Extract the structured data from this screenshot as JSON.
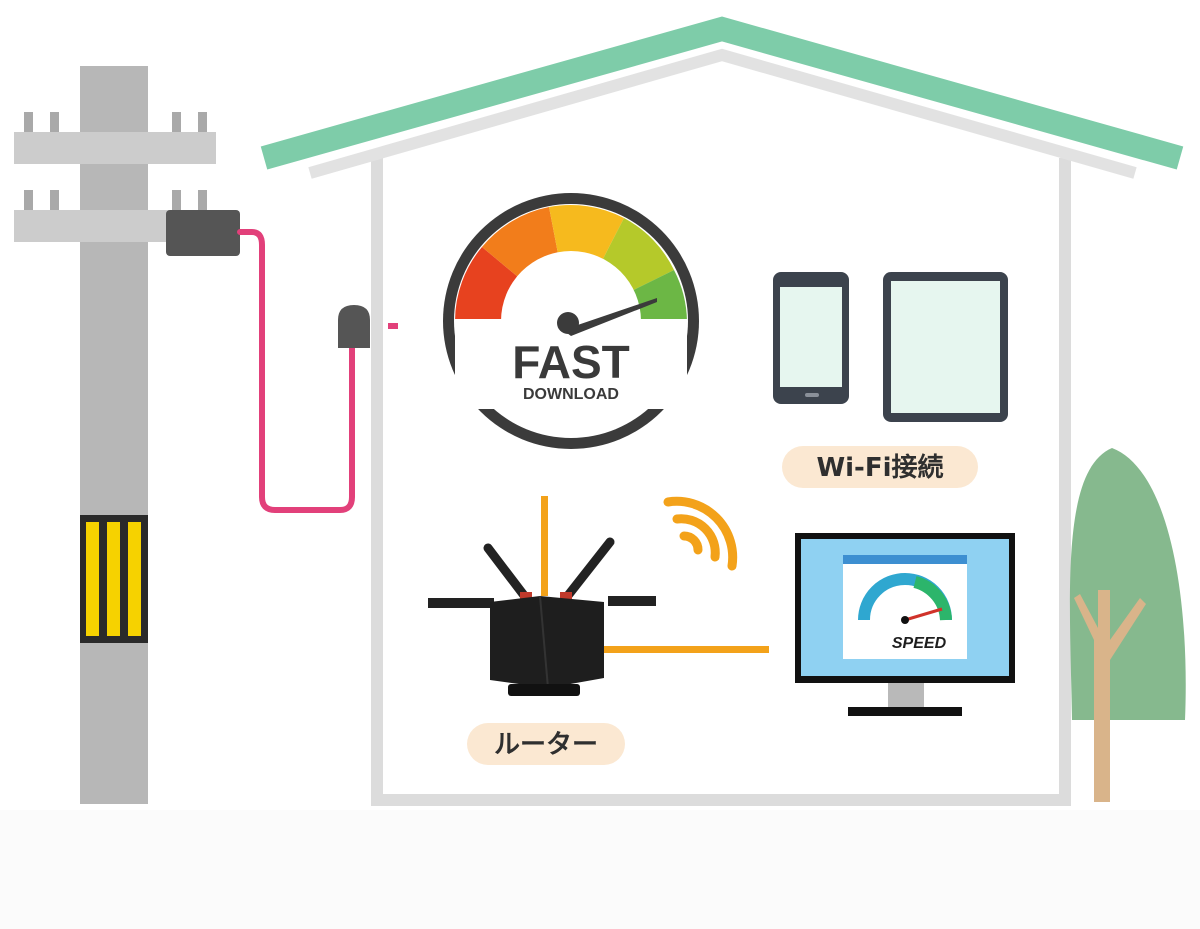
{
  "gauge": {
    "title": "FAST",
    "subtitle": "DOWNLOAD"
  },
  "labels": {
    "wifi": "Wi-Fi接続",
    "router": "ルーター",
    "speed": "SPEED"
  },
  "colors": {
    "roof": "#7ecca9",
    "wall": "#dcdcdc",
    "cable": "#e2407a",
    "ethernet": "#f3a21a",
    "pill": "#fbe8d2",
    "pole": "#b7b7b7",
    "monitor_screen": "#8fd1f2",
    "tree": "#86b98e",
    "trunk": "#d9b48a"
  },
  "icons": [
    "utility-pole",
    "optical-terminal",
    "wall-outlet",
    "speed-gauge-icon",
    "smartphone-icon",
    "tablet-icon",
    "wifi-icon",
    "router-icon",
    "monitor-icon",
    "tree"
  ]
}
